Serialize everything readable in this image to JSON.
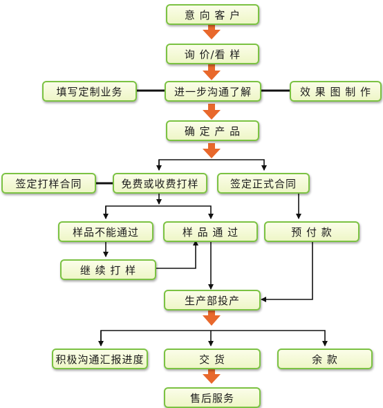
{
  "nodes": {
    "intent_customer": "意 向 客 户",
    "inquiry": "询 价/看 样",
    "fill_business": "填写定制业务",
    "communicate": "进一步沟通了解",
    "effect_design": "效 果 图 制 作",
    "confirm_product": "确 定 产 品",
    "sample_contract": "签定打样合同",
    "sampling": "免费或收费打样",
    "formal_contract": "签定正式合同",
    "sample_fail": "样品不能通过",
    "sample_pass": "样 品 通 过",
    "prepay": "预 付 款",
    "continue_sampling": "继 续 打 样",
    "production": "生产部投产",
    "report_progress": "积极沟通汇报进度",
    "delivery": "交 货",
    "balance": "余 款",
    "after_sales": "售后服务"
  },
  "colors": {
    "box_border": "#7bc242",
    "box_fill": "#f4f9d8",
    "arrow_orange": "#e8682c",
    "line_black": "#111111"
  }
}
